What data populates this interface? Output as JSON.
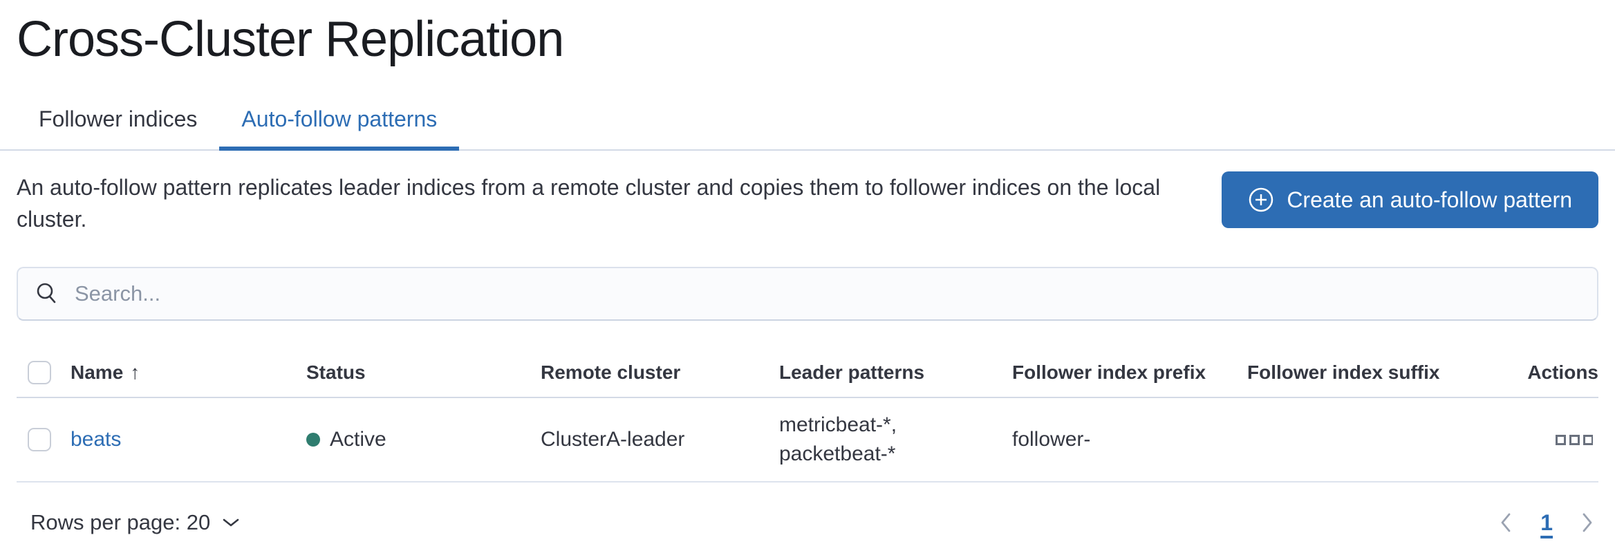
{
  "page": {
    "title": "Cross-Cluster Replication"
  },
  "tabs": [
    {
      "label": "Follower indices",
      "active": false
    },
    {
      "label": "Auto-follow patterns",
      "active": true
    }
  ],
  "intro": {
    "description": "An auto-follow pattern replicates leader indices from a remote cluster and copies them to follower indices on the local cluster.",
    "create_button_label": "Create an auto-follow pattern"
  },
  "search": {
    "placeholder": "Search..."
  },
  "table": {
    "columns": [
      "Name",
      "Status",
      "Remote cluster",
      "Leader patterns",
      "Follower index prefix",
      "Follower index suffix",
      "Actions"
    ],
    "sort": {
      "column": "Name",
      "direction": "ascending"
    },
    "rows": [
      {
        "name": "beats",
        "status": "Active",
        "remote_cluster": "ClusterA-leader",
        "leader_patterns": "metricbeat-*, packetbeat-*",
        "follower_index_prefix": "follower-",
        "follower_index_suffix": ""
      }
    ]
  },
  "pagination": {
    "rows_per_page_label": "Rows per page: 20",
    "current_page": "1"
  },
  "icons": {
    "sort_ascending": "↑"
  },
  "colors": {
    "accent": "#2d6db4",
    "status_active_dot": "#2f7d6f",
    "title_text": "#1a1c21",
    "body_text": "#343741",
    "border": "#d3dae6",
    "disabled_chevron": "#9aa2b1"
  }
}
